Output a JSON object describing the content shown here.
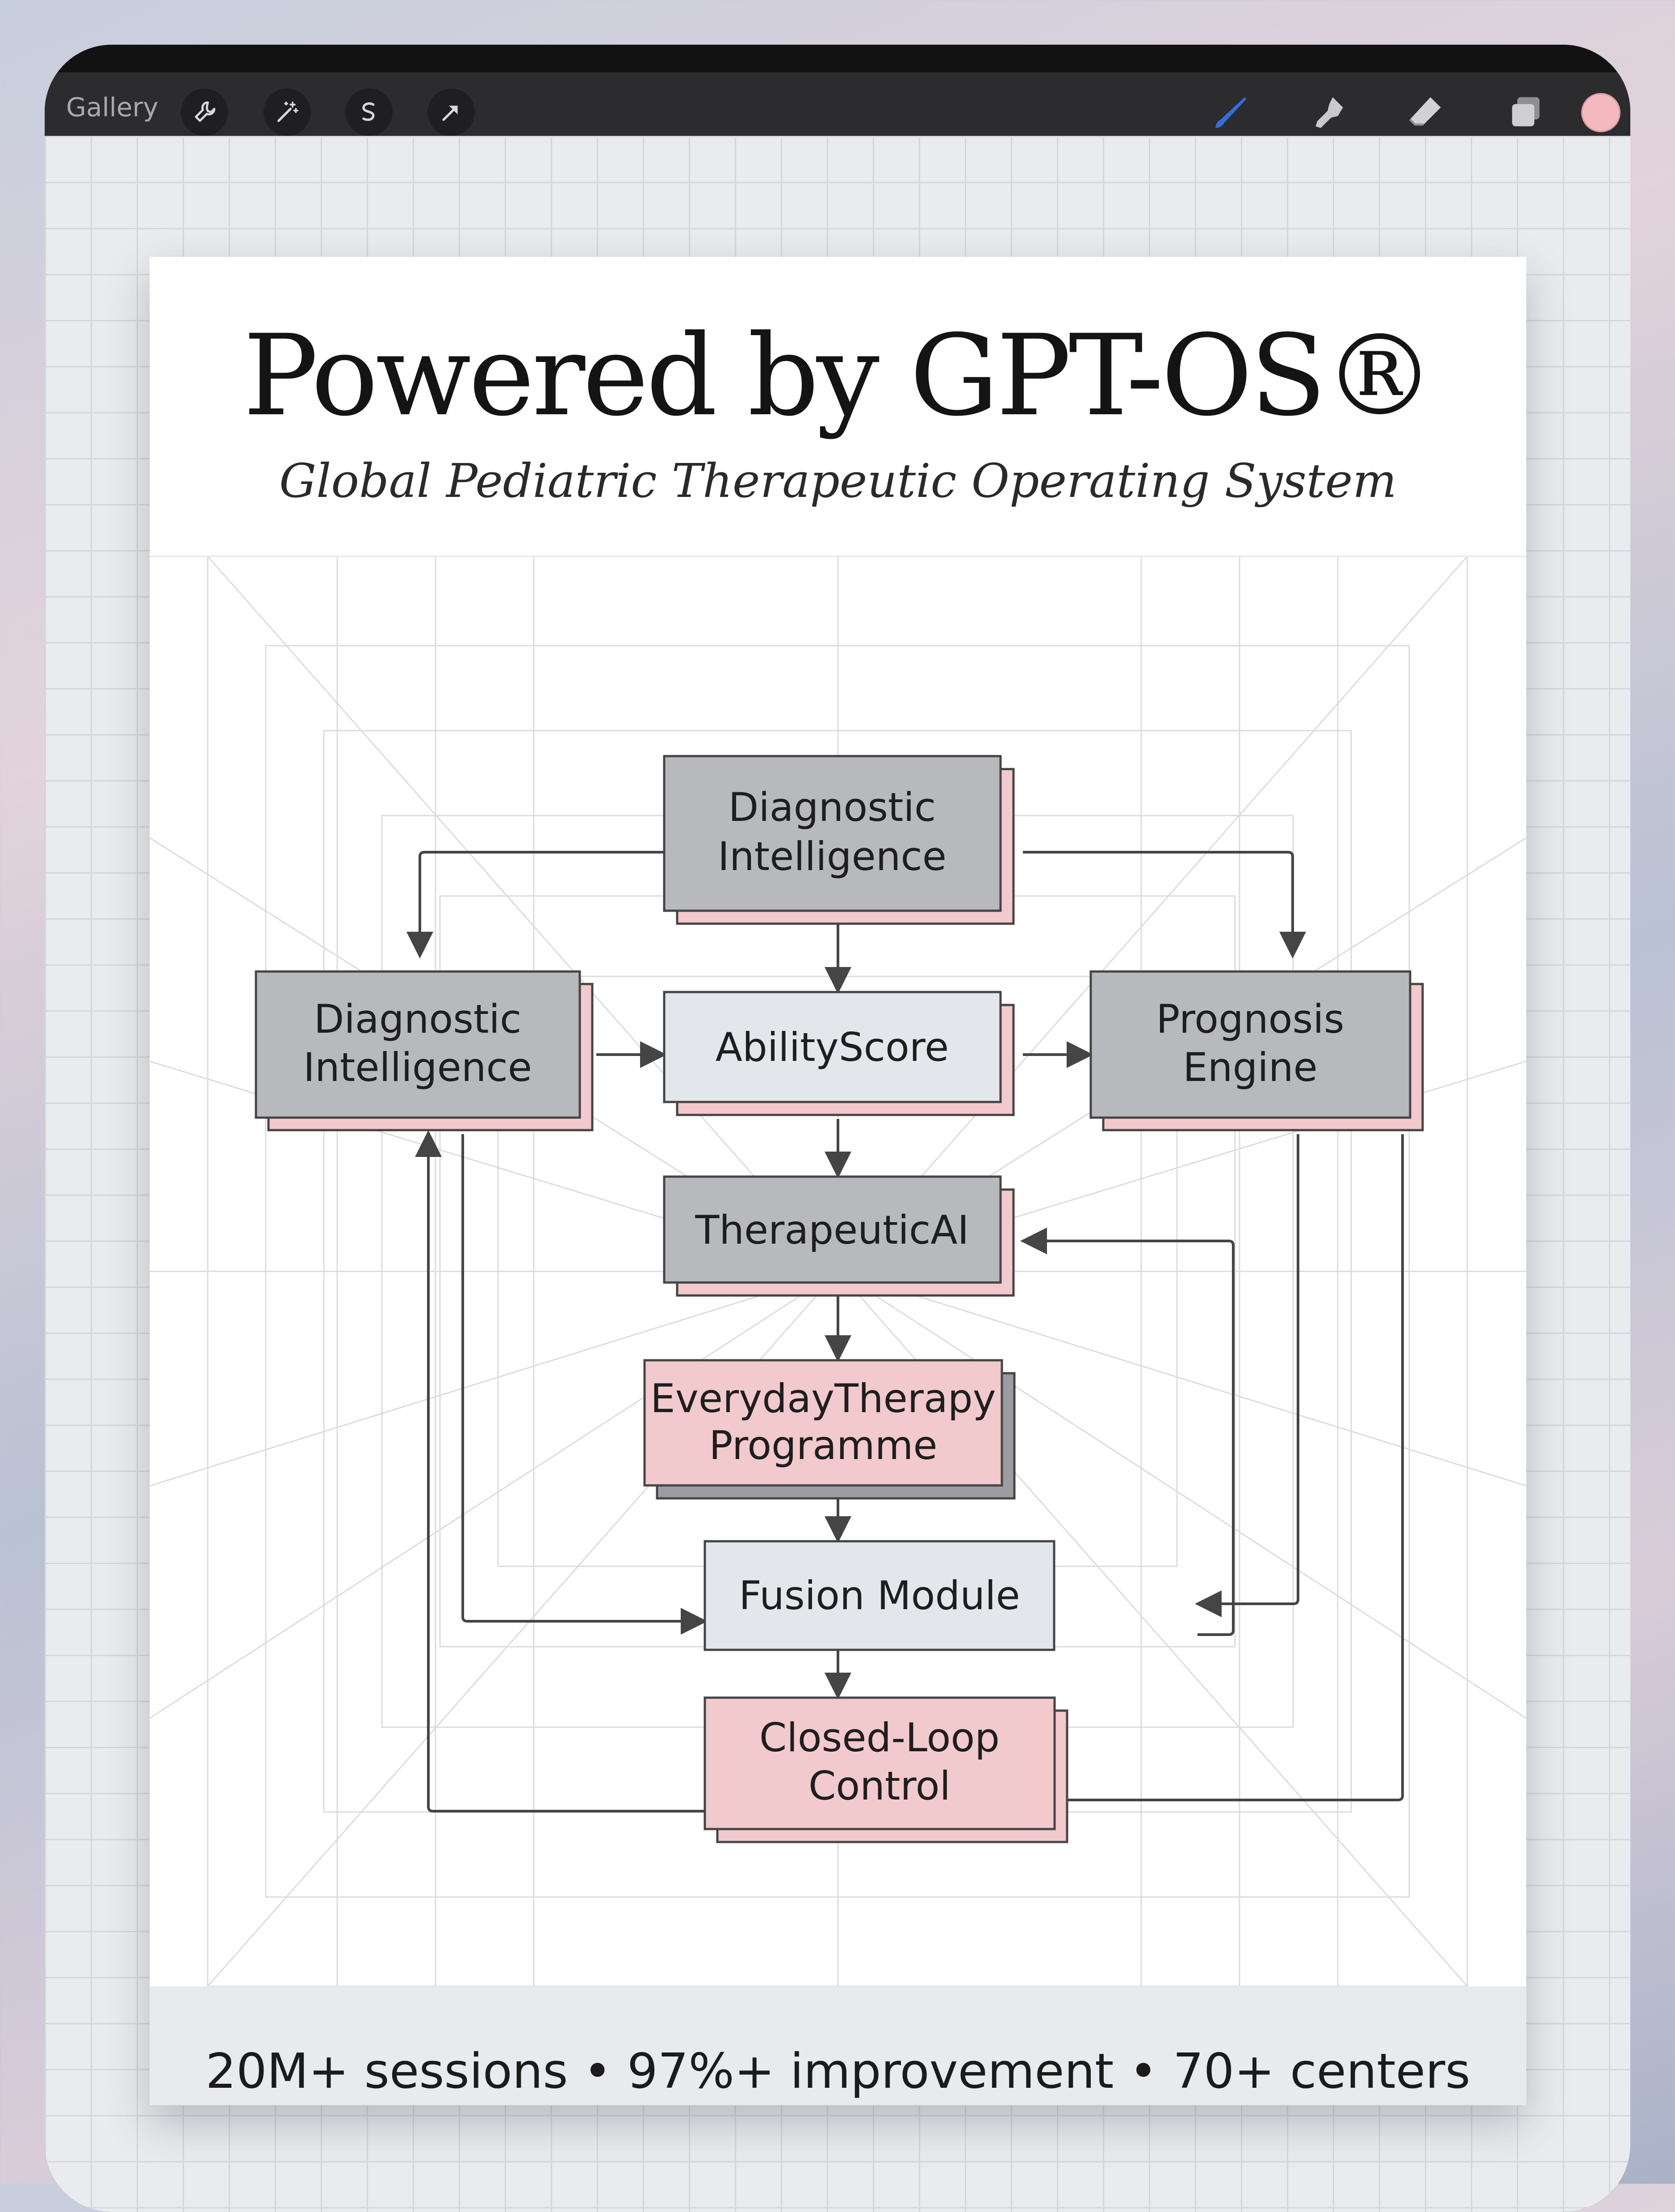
{
  "app": {
    "gallery_label": "Gallery",
    "left_tools": [
      "wrench-icon",
      "magic-wand-icon",
      "selection-icon",
      "transform-arrow-icon"
    ],
    "right_tools": [
      "brush-icon",
      "smudge-icon",
      "eraser-icon",
      "layers-icon"
    ],
    "current_color": "#f3b9be",
    "brush_accent": "#2f6fe0"
  },
  "poster": {
    "title": "Powered by GPT-OS®",
    "subtitle": "Global Pediatric Therapeutic Operating System",
    "footer": "20M+ sessions • 97%+ improvement • 70+ centers",
    "colors": {
      "gray_box": "#b8b9bd",
      "light_box": "#e3e7eb",
      "pink_box": "#f2c9cc",
      "pink_shadow": "#f2c9cc",
      "gray_shadow": "#9c9da1"
    }
  },
  "diagram": {
    "nodes": [
      {
        "id": "top",
        "lines": [
          "Diagnostic",
          "Intelligence"
        ],
        "style": "gray"
      },
      {
        "id": "left",
        "lines": [
          "Diagnostic",
          "Intelligence"
        ],
        "style": "gray"
      },
      {
        "id": "ability",
        "lines": [
          "AbilityScore"
        ],
        "style": "light"
      },
      {
        "id": "prognosis",
        "lines": [
          "Prognosis",
          "Engine"
        ],
        "style": "gray"
      },
      {
        "id": "therapeutic",
        "lines": [
          "TherapeuticAI"
        ],
        "style": "gray"
      },
      {
        "id": "everyday",
        "lines": [
          "EverydayTherapy",
          "Programme"
        ],
        "style": "pink"
      },
      {
        "id": "fusion",
        "lines": [
          "Fusion Module"
        ],
        "style": "light"
      },
      {
        "id": "closed",
        "lines": [
          "Closed-Loop",
          "Control"
        ],
        "style": "pink"
      }
    ],
    "edges": [
      [
        "top",
        "left"
      ],
      [
        "top",
        "ability"
      ],
      [
        "top",
        "prognosis"
      ],
      [
        "left",
        "ability"
      ],
      [
        "ability",
        "prognosis"
      ],
      [
        "ability",
        "therapeutic"
      ],
      [
        "therapeutic",
        "everyday"
      ],
      [
        "everyday",
        "fusion"
      ],
      [
        "fusion",
        "closed"
      ],
      [
        "left",
        "fusion"
      ],
      [
        "prognosis",
        "fusion"
      ],
      [
        "fusion",
        "therapeutic"
      ],
      [
        "prognosis",
        "closed"
      ],
      [
        "closed",
        "left"
      ]
    ]
  }
}
